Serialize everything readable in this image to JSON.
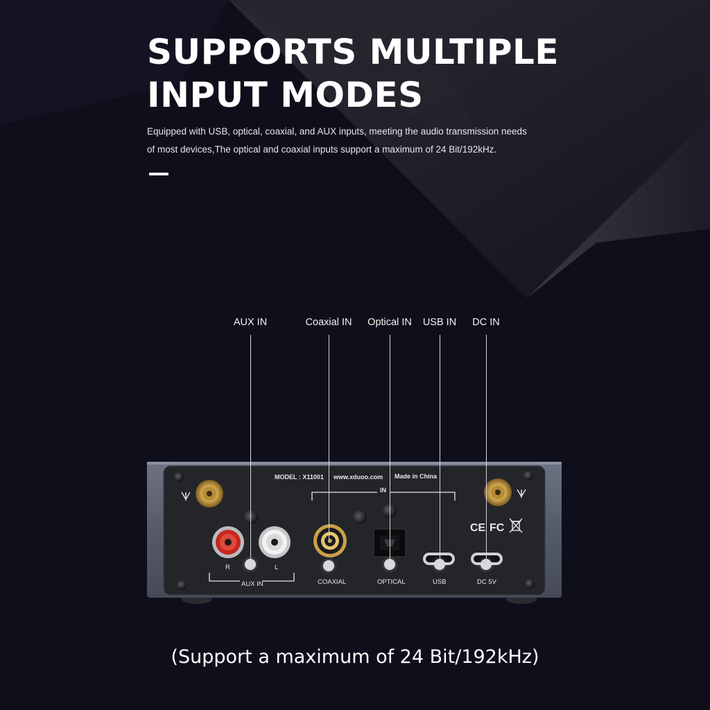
{
  "headline": {
    "line1": "SUPPORTS MULTIPLE",
    "line2": "INPUT MODES"
  },
  "description": {
    "line1": "Equipped with USB, optical, coaxial, and AUX inputs, meeting the audio transmission needs",
    "line2": "of most devices,The optical and coaxial inputs support a maximum of 24 Bit/192kHz."
  },
  "callouts": {
    "aux": "AUX IN",
    "coaxial": "Coaxial IN",
    "optical": "Optical IN",
    "usb": "USB IN",
    "dc": "DC IN"
  },
  "panel": {
    "model": "MODEL : X11001",
    "website": "www.xduoo.com",
    "origin": "Made in China",
    "in_bracket": "IN",
    "rca_right": "R",
    "rca_left": "L",
    "aux_label": "AUX IN",
    "coaxial_label": "COAXIAL",
    "optical_label": "OPTICAL",
    "usb_label": "USB",
    "dc_label": "DC 5V",
    "ce_mark": "CE",
    "fc_mark": "FC"
  },
  "footer": {
    "note": "(Support a maximum of 24 Bit/192kHz)"
  },
  "colors": {
    "background": "#0f0f1c",
    "device_body": "#5b6170",
    "panel_face": "#232529",
    "rca_red": "#c5281f",
    "gold": "#c9a04a"
  }
}
